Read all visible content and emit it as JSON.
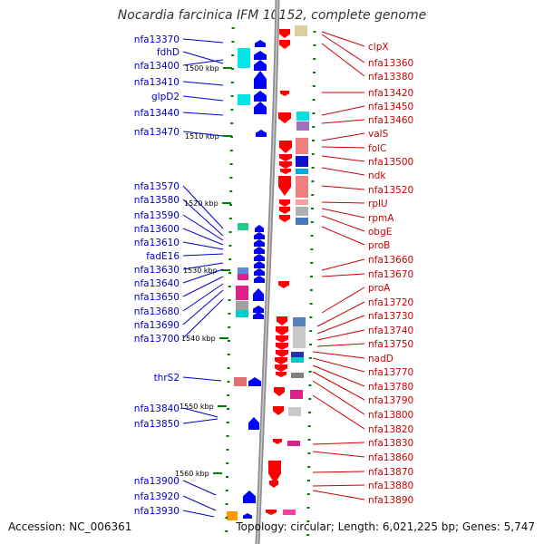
{
  "title": "Nocardia farcinica IFM 10152, complete genome",
  "footer": {
    "accession": "Accession: NC_006361",
    "summary": "Topology: circular; Length: 6,021,225 bp; Genes: 5,747"
  },
  "colors": {
    "left_strand": "#0000ff",
    "right_strand": "#ff0000",
    "backbone": "#888888",
    "tick": "#008000",
    "left_label": "#0000cc",
    "right_label": "#cc0000"
  },
  "scale_markers": [
    {
      "label": "1500 kbp"
    },
    {
      "label": "1510 kbp"
    },
    {
      "label": "1520 kbp"
    },
    {
      "label": "1530 kbp"
    },
    {
      "label": "1540 kbp"
    },
    {
      "label": "1550 kbp"
    },
    {
      "label": "1560 kbp"
    }
  ],
  "left_labels": [
    {
      "text": "nfa13370"
    },
    {
      "text": "fdhD"
    },
    {
      "text": "nfa13400"
    },
    {
      "text": "nfa13410"
    },
    {
      "text": "glpD2"
    },
    {
      "text": "nfa13440"
    },
    {
      "text": "nfa13470"
    },
    {
      "text": "nfa13570"
    },
    {
      "text": "nfa13580"
    },
    {
      "text": "nfa13590"
    },
    {
      "text": "nfa13600"
    },
    {
      "text": "nfa13610"
    },
    {
      "text": "fadE16"
    },
    {
      "text": "nfa13630"
    },
    {
      "text": "nfa13640"
    },
    {
      "text": "nfa13650"
    },
    {
      "text": "nfa13680"
    },
    {
      "text": "nfa13690"
    },
    {
      "text": "nfa13700"
    },
    {
      "text": "thrS2"
    },
    {
      "text": "nfa13840"
    },
    {
      "text": "nfa13850"
    },
    {
      "text": "nfa13900"
    },
    {
      "text": "nfa13920"
    },
    {
      "text": "nfa13930"
    }
  ],
  "right_labels": [
    {
      "text": "clpX"
    },
    {
      "text": "nfa13360"
    },
    {
      "text": "nfa13380"
    },
    {
      "text": "nfa13420"
    },
    {
      "text": "nfa13450"
    },
    {
      "text": "nfa13460"
    },
    {
      "text": "valS"
    },
    {
      "text": "folC"
    },
    {
      "text": "nfa13500"
    },
    {
      "text": "ndk"
    },
    {
      "text": "nfa13520"
    },
    {
      "text": "rplU"
    },
    {
      "text": "rpmA"
    },
    {
      "text": "obgE"
    },
    {
      "text": "proB"
    },
    {
      "text": "nfa13660"
    },
    {
      "text": "nfa13670"
    },
    {
      "text": "proA"
    },
    {
      "text": "nfa13720"
    },
    {
      "text": "nfa13730"
    },
    {
      "text": "nfa13740"
    },
    {
      "text": "nfa13750"
    },
    {
      "text": "nadD"
    },
    {
      "text": "nfa13770"
    },
    {
      "text": "nfa13780"
    },
    {
      "text": "nfa13790"
    },
    {
      "text": "nfa13800"
    },
    {
      "text": "nfa13820"
    },
    {
      "text": "nfa13830"
    },
    {
      "text": "nfa13860"
    },
    {
      "text": "nfa13870"
    },
    {
      "text": "nfa13880"
    },
    {
      "text": "nfa13890"
    }
  ]
}
